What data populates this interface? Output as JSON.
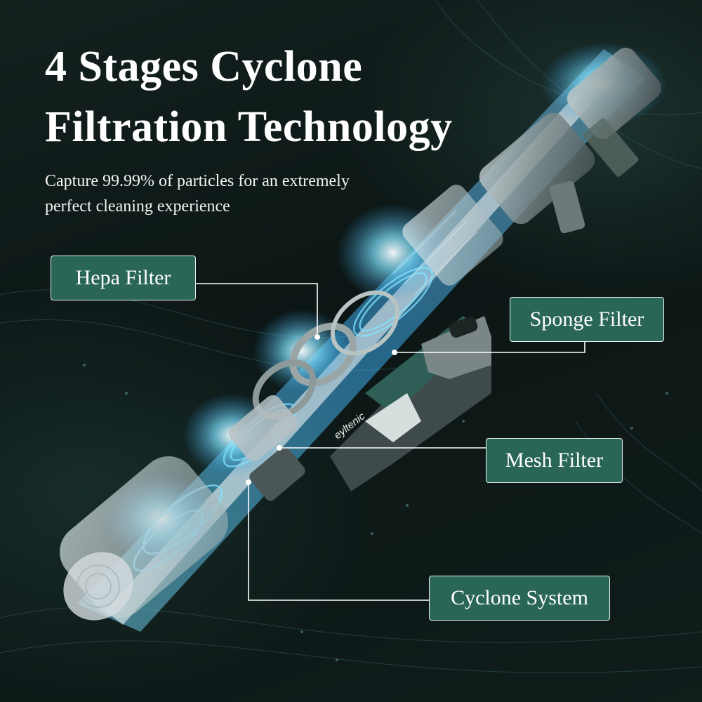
{
  "headline": {
    "line1": "4 Stages Cyclone",
    "line2": "Filtration Technology"
  },
  "subtitle": {
    "line1": "Capture 99.99% of particles for an extremely",
    "line2": "perfect cleaning experience"
  },
  "callouts": {
    "hepa": "Hepa Filter",
    "sponge": "Sponge Filter",
    "mesh": "Mesh Filter",
    "cyclone": "Cyclone System"
  },
  "product_brand": "eyltenic",
  "colors": {
    "background": "#0e1a18",
    "label_fill": "#2a6656",
    "label_border": "#e7f1ee",
    "airflow_glow": "#5fd6ff",
    "airflow_core": "#ffffff",
    "leader_line": "#ffffff"
  },
  "icons": {
    "product": "exploded-vacuum-illustration",
    "airflow": "airflow-glow-icon"
  }
}
